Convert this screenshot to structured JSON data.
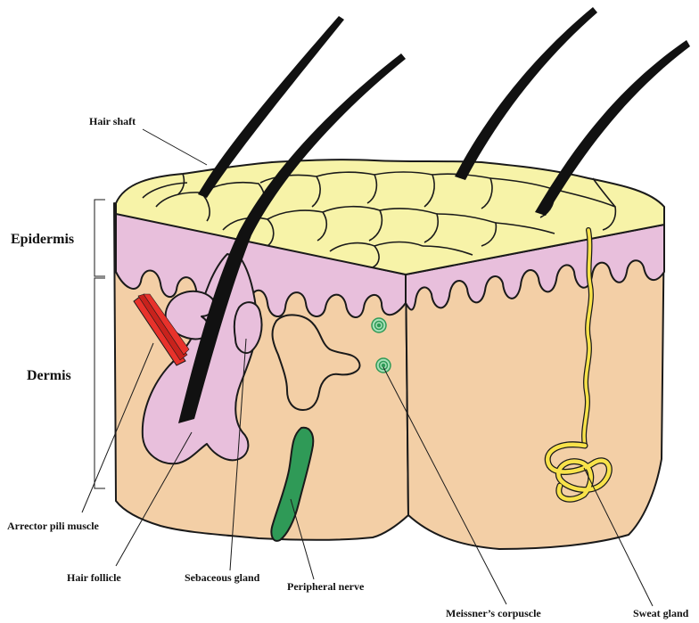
{
  "labels": {
    "hair_shaft": "Hair shaft",
    "epidermis": "Epidermis",
    "dermis": "Dermis",
    "arrector_pili_muscle": "Arrector pili muscle",
    "hair_follicle": "Hair follicle",
    "sebaceous_gland": "Sebaceous gland",
    "peripheral_nerve": "Peripheral nerve",
    "meissners_corpuscle": "Meissner’s corpuscle",
    "sweat_gland": "Sweat gland"
  },
  "colors": {
    "epidermis_surface": "#f7f3a8",
    "epidermis_layer": "#e8bfdc",
    "dermis": "#f3cfa6",
    "nerve": "#2f9a57",
    "corpuscle": "#7fd29a",
    "sweat_gland": "#f8e24a",
    "muscle": "#e8322b",
    "hair": "#111111",
    "outline": "#1a1a1a"
  }
}
